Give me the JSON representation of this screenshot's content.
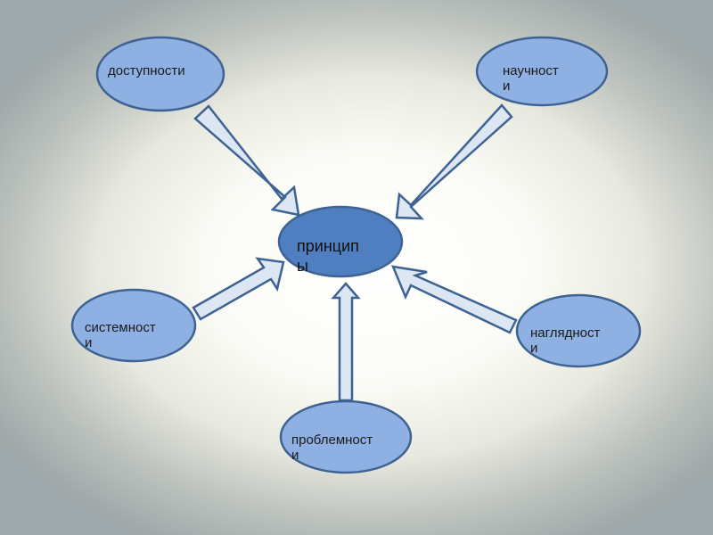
{
  "diagram": {
    "center": {
      "label": "принцип\nы"
    },
    "nodes": [
      {
        "id": "dostupnosti",
        "label": "доступности"
      },
      {
        "id": "nauchnosti",
        "label": "научност\nи"
      },
      {
        "id": "sistemnosti",
        "label": "системност\nи"
      },
      {
        "id": "naglyadnosti",
        "label": "наглядност\nи"
      },
      {
        "id": "problemnosti",
        "label": "проблемност\nи"
      }
    ]
  },
  "colors": {
    "node_fill": "#8fb0e3",
    "center_fill": "#4f7fc0",
    "stroke": "#3e6393",
    "arrow_fill": "#dde6f3"
  }
}
